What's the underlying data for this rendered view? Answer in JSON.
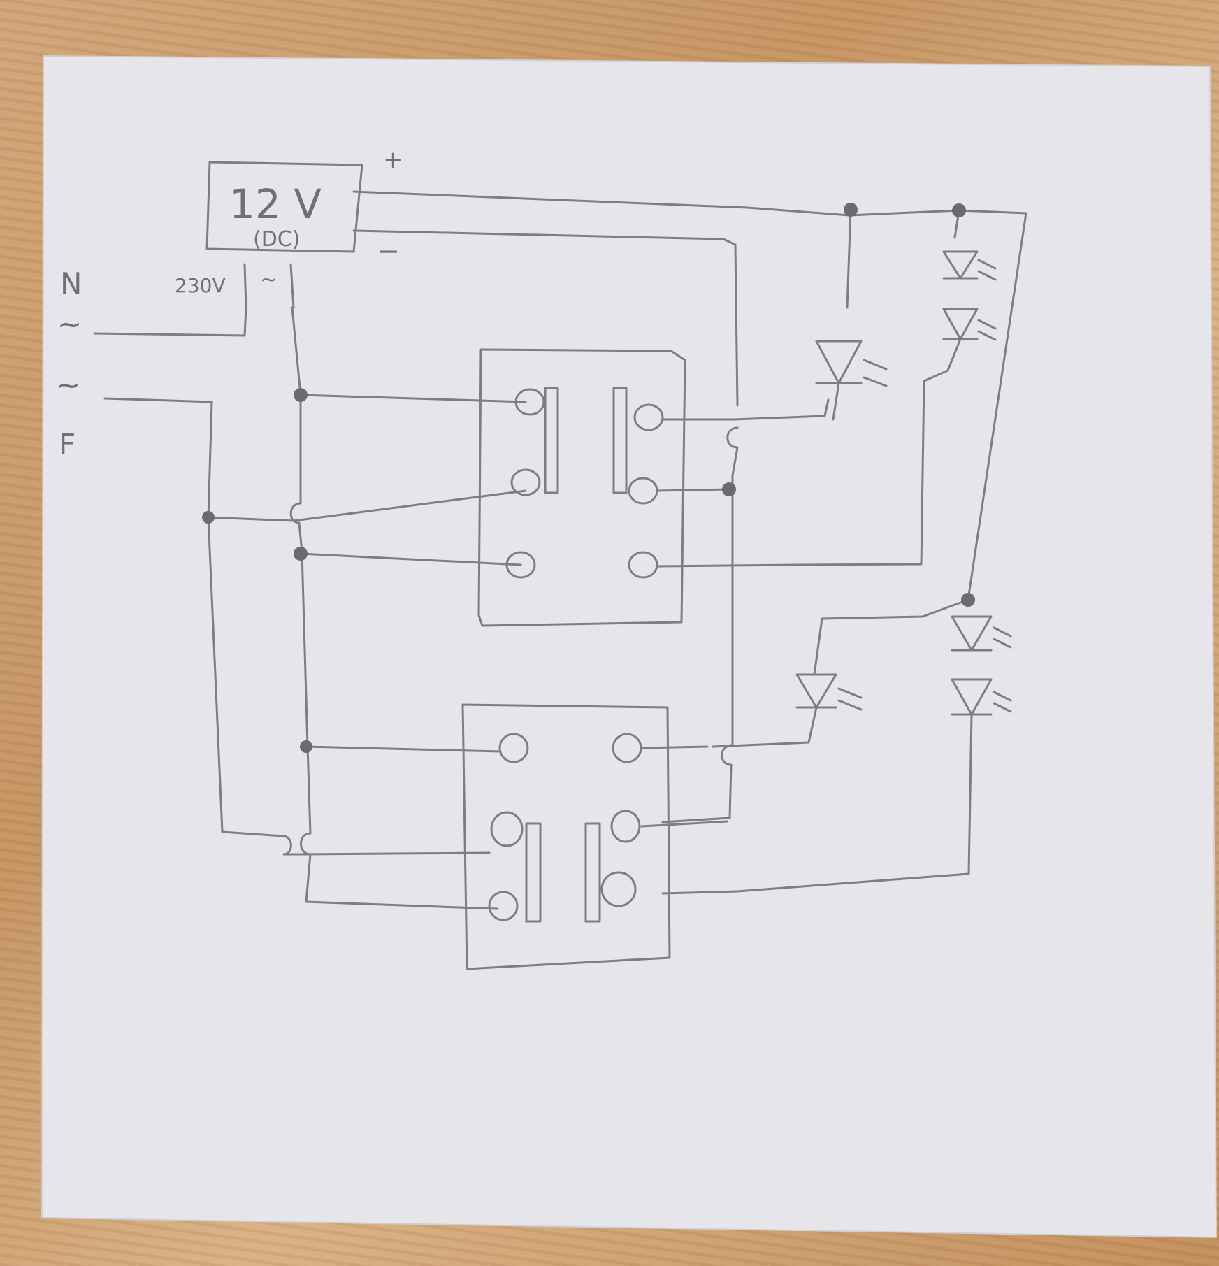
{
  "labels": {
    "psu_voltage": "12 V",
    "psu_type": "(DC)",
    "psu_input": "230V",
    "ac_symbol": "~",
    "plus": "+",
    "minus": "−",
    "neutral": "N",
    "phase": "F"
  },
  "colors": {
    "paper": "#e6e6eb",
    "pencil": "#7d7d82",
    "pencil_dark": "#5a5a60",
    "desk": "#c69563"
  }
}
